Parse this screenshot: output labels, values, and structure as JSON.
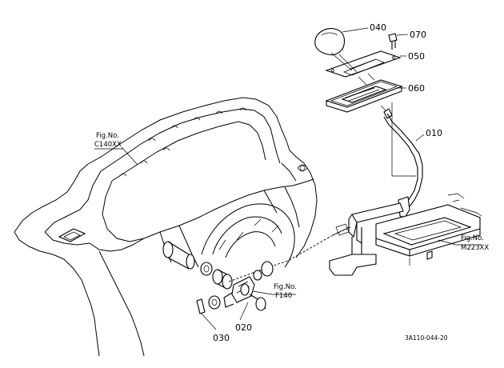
{
  "parts": [
    {
      "id": "p010",
      "label": "010"
    },
    {
      "id": "p020",
      "label": "020"
    },
    {
      "id": "p030",
      "label": "030"
    },
    {
      "id": "p040",
      "label": "040"
    },
    {
      "id": "p050",
      "label": "050"
    },
    {
      "id": "p060",
      "label": "060"
    },
    {
      "id": "p070",
      "label": "070"
    }
  ],
  "figure_refs": [
    {
      "id": "c140",
      "line1": "Fig.No.",
      "line2": "C140XX"
    },
    {
      "id": "f140",
      "line1": "Fig.No.",
      "line2": "F140"
    },
    {
      "id": "m223",
      "line1": "Fig.No.",
      "line2": "M223XX"
    }
  ],
  "drawing_code": "3A110-044-20"
}
